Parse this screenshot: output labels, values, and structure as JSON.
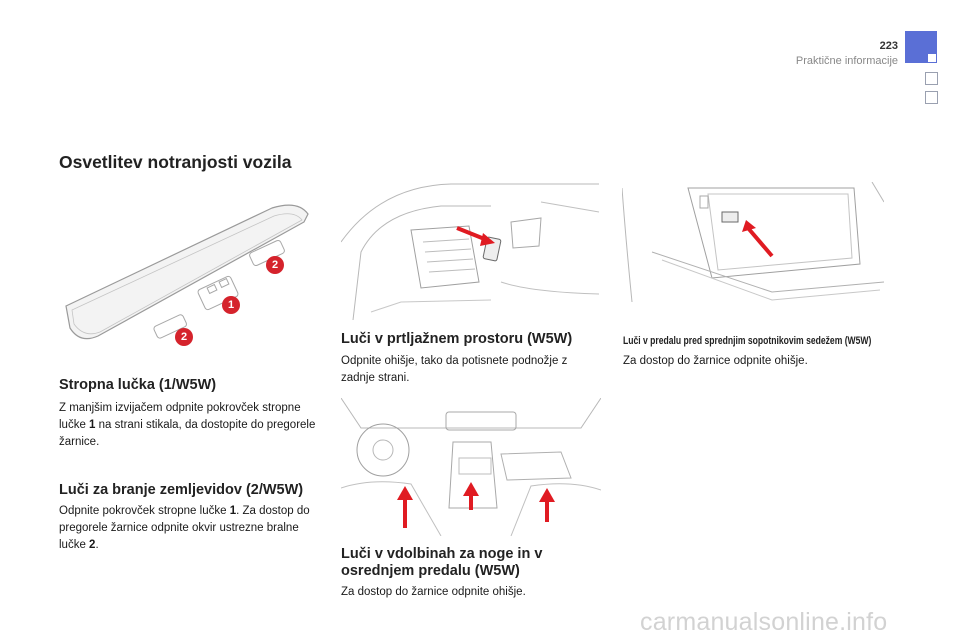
{
  "header": {
    "page_number": "223",
    "section": "Praktične informacije"
  },
  "title": "Osvetlitev notranjosti vozila",
  "figures": {
    "roof_lamp": {
      "callouts": [
        "2",
        "1",
        "2"
      ]
    }
  },
  "sections": {
    "roof_lamp": {
      "heading": "Stropna lučka (1/W5W)",
      "text_1": "Z manjšim izvijačem odpnite pokrovček stropne lučke ",
      "bold_1": "1",
      "text_2": " na strani stikala, da dostopite do pregorele žarnice."
    },
    "map_lamps": {
      "heading": "Luči za branje zemljevidov (2/W5W)",
      "text_1": "Odpnite pokrovček stropne lučke ",
      "bold_1": "1",
      "text_2": ". Za dostop do pregorele žarnice odpnite okvir ustrezne bralne lučke ",
      "bold_2": "2",
      "text_3": "."
    },
    "boot_lamp": {
      "heading": "Luči v prtljažnem prostoru (W5W)",
      "text": "Odpnite ohišje, tako da potisnete podnožje z zadnje strani."
    },
    "glovebox_lamp": {
      "heading": "Luči v predalu pred sprednjim sopotnikovim sedežem (W5W)",
      "text": "Za dostop do žarnice odpnite ohišje."
    },
    "footwell_lamps": {
      "heading_line1": "Luči v vdolbinah za noge in v",
      "heading_line2": "osrednjem predalu (W5W)",
      "text": "Za dostop do žarnice odpnite ohišje."
    }
  },
  "watermark": "carmanualsonline.info",
  "colors": {
    "accent_tab": "#5a6fd6",
    "callout_red": "#d5232c",
    "arrow_red": "#e01b22",
    "line_art": "#9a9a9a"
  }
}
